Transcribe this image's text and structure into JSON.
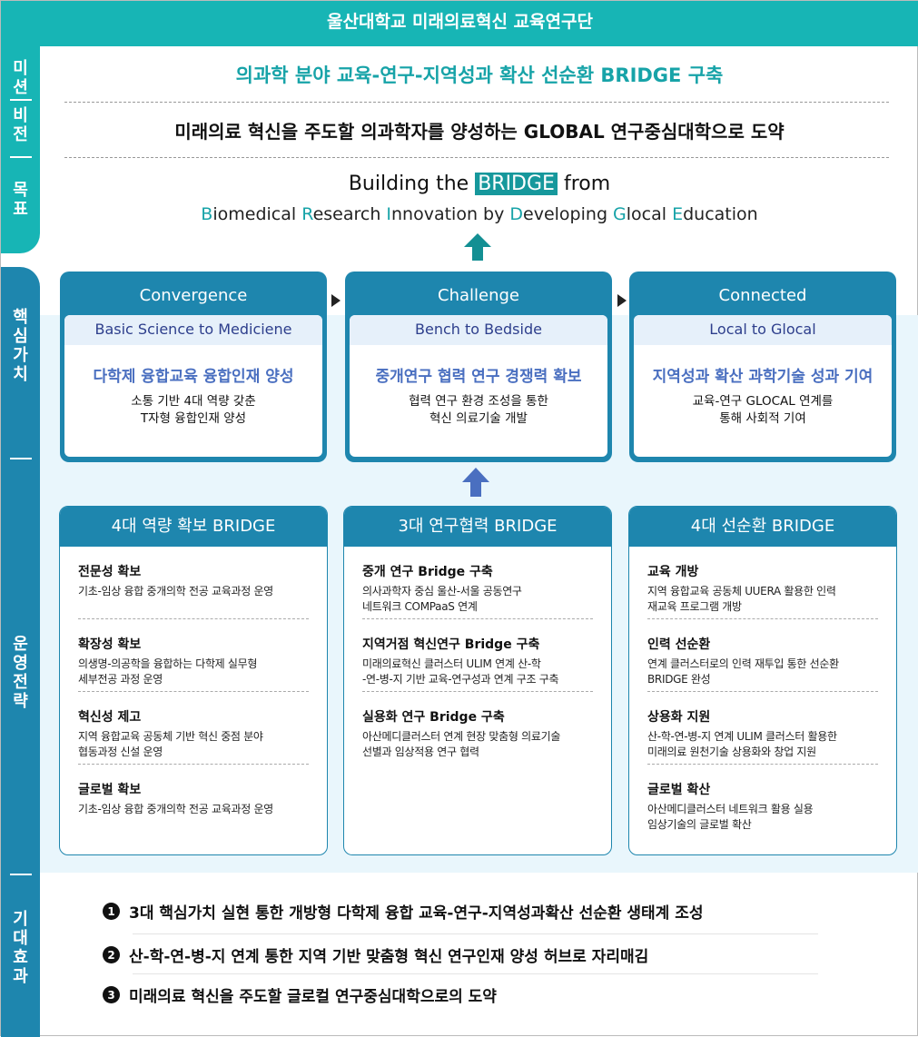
{
  "header": {
    "title": "울산대학교 미래의료혁신 교육연구단"
  },
  "side": {
    "mission": [
      "미",
      "션"
    ],
    "vision": [
      "비",
      "전"
    ],
    "goal": [
      "목",
      "표"
    ],
    "values": [
      "핵",
      "심",
      "가",
      "치"
    ],
    "strategy": [
      "운",
      "영",
      "전",
      "략"
    ],
    "effects": [
      "기",
      "대",
      "효",
      "과"
    ]
  },
  "mission": "의과학 분야 교육-연구-지역성과 확산 선순환 BRIDGE 구축",
  "vision": "미래의료 혁신을 주도할 의과학자를 양성하는 GLOBAL 연구중심대학으로 도약",
  "goal": {
    "pre": "Building the ",
    "highlight": "BRIDGE",
    "post": " from",
    "line2": [
      [
        "B",
        "iomedical "
      ],
      [
        "R",
        "esearch "
      ],
      [
        "I",
        "nnovation by "
      ],
      [
        "D",
        "eveloping "
      ],
      [
        "G",
        "local "
      ],
      [
        "E",
        "ducation"
      ]
    ]
  },
  "values": [
    {
      "title": "Convergence",
      "sub": "Basic Science to Mediciene",
      "head": "다학제 융합교육 융합인재 양성",
      "desc": [
        "소통 기반 4대 역량 갖춘",
        "T자형 융합인재 양성"
      ]
    },
    {
      "title": "Challenge",
      "sub": "Bench to Bedside",
      "head": "중개연구 협력 연구 경쟁력 확보",
      "desc": [
        "협력 연구 환경 조성을 통한",
        "혁신 의료기술 개발"
      ]
    },
    {
      "title": "Connected",
      "sub": "Local to Glocal",
      "head": "지역성과 확산 과학기술 성과 기여",
      "desc": [
        "교육-연구 GLOCAL 연계를",
        "통해 사회적 기여"
      ]
    }
  ],
  "strategies": [
    {
      "title": "4대 역량 확보 BRIDGE",
      "items": [
        {
          "h": "전문성 확보",
          "d": [
            "기초-임상 융합 중개의학 전공 교육과정 운영"
          ]
        },
        {
          "h": "확장성 확보",
          "d": [
            "의생명-의공학을 융합하는 다학제 실무형",
            "세부전공 과정 운영"
          ]
        },
        {
          "h": "혁신성 제고",
          "d": [
            "지역 융합교육 공동체 기반 혁신 중점 분야",
            "협동과정 신설 운영"
          ]
        },
        {
          "h": "글로벌 확보",
          "d": [
            "기초-임상 융합 중개의학 전공 교육과정 운영"
          ]
        }
      ]
    },
    {
      "title": "3대 연구협력 BRIDGE",
      "items": [
        {
          "h": "중개 연구 Bridge 구축",
          "d": [
            "의사과학자 중심 울산-서울 공동연구",
            "네트워크 COMPaaS 연계"
          ]
        },
        {
          "h": "지역거점 혁신연구 Bridge 구축",
          "d": [
            "미래의료혁신 클러스터 ULIM 연계 산-학",
            "-연-병-지 기반 교육-연구성과 연계 구조 구축"
          ]
        },
        {
          "h": "실용화 연구 Bridge 구축",
          "d": [
            "아산메디클러스터 연계 현장 맞춤형 의료기술",
            "선별과 임상적용 연구 협력"
          ]
        }
      ]
    },
    {
      "title": "4대 선순환 BRIDGE",
      "items": [
        {
          "h": "교육 개방",
          "d": [
            "지역 융합교육 공동체 UUERA 활용한 인력",
            "재교육 프로그램 개방"
          ]
        },
        {
          "h": "인력 선순환",
          "d": [
            "연계 클러스터로의 인력 재투입 통한 선순환",
            "BRIDGE 완성"
          ]
        },
        {
          "h": "상용화 지원",
          "d": [
            "산-학-연-병-지 연계 ULIM 클러스터 활용한",
            "미래의료 원천기술 상용화와 창업 지원"
          ]
        },
        {
          "h": "글로벌 확산",
          "d": [
            "아산메디클러스터 네트워크 활용 실용",
            "임상기술의 글로벌 확산"
          ]
        }
      ]
    }
  ],
  "effects": [
    {
      "n": "1",
      "text": "3대 핵심가치 실현 통한 개방형 다학제 융합 교육-연구-지역성과확산 선순환 생태계 조성"
    },
    {
      "n": "2",
      "text": "산-학-연-병-지 연계 통한 지역 기반 맞춤형 혁신 연구인재 양성 허브로 자리매김"
    },
    {
      "n": "3",
      "text": "미래의료 혁신을 주도할 글로컬 연구중심대학으로의 도약"
    }
  ],
  "colors": {
    "teal": "#17b5b5",
    "blue": "#1e86ae",
    "light": "#e9f6fc"
  }
}
